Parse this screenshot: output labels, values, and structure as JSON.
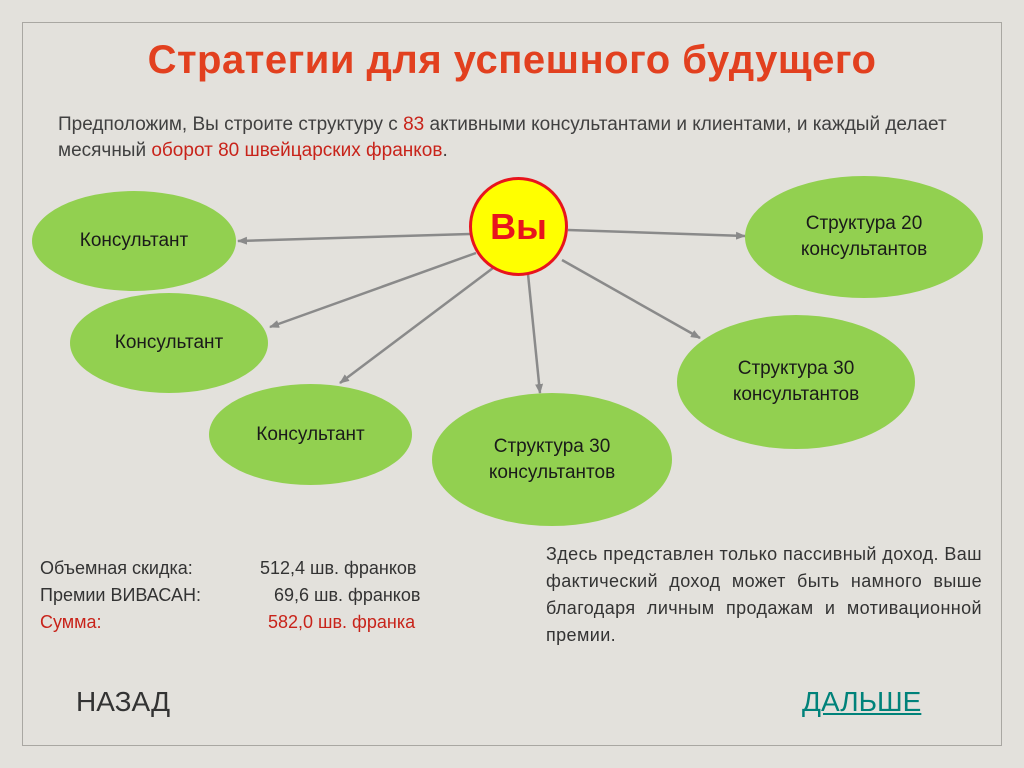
{
  "title": "Стратегии для успешного будущего",
  "intro": {
    "p1": "Предположим, Вы строите структуру с ",
    "count": "83",
    "p2": " активными консультантами и клиентами, и каждый делает месячный ",
    "turnover": "оборот 80 швейцарских франков",
    "p3": "."
  },
  "center": "Вы",
  "nodes": {
    "consultant_1": "Консультант",
    "consultant_2": "Консультант",
    "consultant_3": "Консультант",
    "structure_20": "Структура 20 консультантов",
    "structure_30_right": "Структура 30 консультантов",
    "structure_30_bottom": "Структура 30 консультантов"
  },
  "bonuses": [
    {
      "label": "Объемная скидка:",
      "value": "512,4 шв. франков"
    },
    {
      "label": "Премии ВИВАСАН:",
      "value": "69,6 шв. франков"
    },
    {
      "label": "Сумма:",
      "value": "582,0 шв. франка"
    }
  ],
  "note": "Здесь представлен только пассивный доход. Ваш фактический доход может быть намного выше благодаря личным продажам и мотивационной премии.",
  "nav": {
    "back": "НАЗАД",
    "next": "ДАЛЬШЕ"
  },
  "colors": {
    "title": "#e2401f",
    "node": "#92d050",
    "center_fill": "#ffff00",
    "center_border": "#e8141d",
    "link": "#00827a"
  }
}
